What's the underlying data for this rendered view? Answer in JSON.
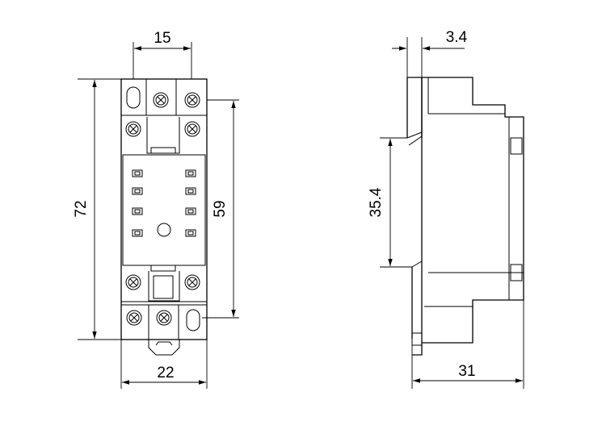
{
  "dimensions": {
    "top_width": "15",
    "total_height": "72",
    "inner_height": "59",
    "bottom_width": "22",
    "flange_thickness": "3.4",
    "rail_height": "35.4",
    "depth": "31"
  }
}
